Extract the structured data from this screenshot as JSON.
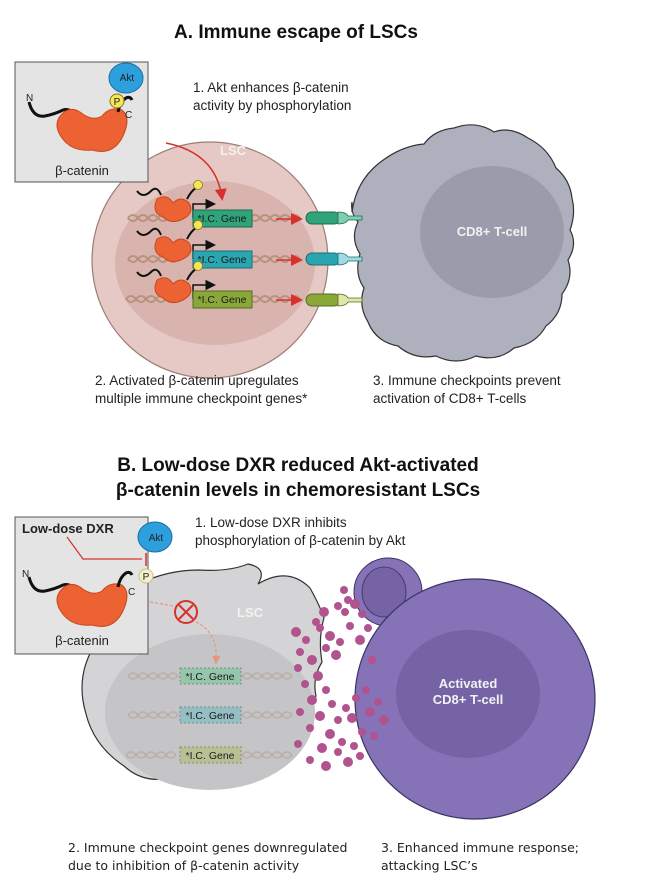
{
  "panel_a": {
    "title": "A. Immune escape of LSCs",
    "step1_line1": "1. Akt enhances β-catenin",
    "step1_line2": "activity by phosphorylation",
    "step2_line1": "2. Activated β-catenin upregulates",
    "step2_line2": "multiple immune checkpoint genes*",
    "step3_line1": "3. Immune checkpoints prevent",
    "step3_line2": "activation of CD8+ T-cells",
    "lsc_label": "LSC",
    "tcell_label": "CD8+ T-cell",
    "inset": {
      "protein_label": "β-catenin",
      "kinase_label": "Akt",
      "phospho_label": "P",
      "n_terminus": "N",
      "c_terminus": "C"
    },
    "genes": [
      {
        "label": "*I.C. Gene",
        "color": "#2fa37a"
      },
      {
        "label": "*I.C. Gene",
        "color": "#2aa6b0"
      },
      {
        "label": "*I.C. Gene",
        "color": "#8aa83a"
      }
    ]
  },
  "panel_b": {
    "title_line1": "B. Low-dose DXR reduced Akt-activated",
    "title_line2": "β-catenin levels in chemoresistant LSCs",
    "step1_line1": "1. Low-dose DXR inhibits",
    "step1_line2": "phosphorylation of β-catenin by Akt",
    "step2_line1": "2. Immune checkpoint genes downregulated",
    "step2_line2": "due to inhibition of β-catenin activity",
    "step3_line1": "3. Enhanced immune response;",
    "step3_line2": "attacking LSC’s",
    "lsc_label": "LSC",
    "tcell_label_line1": "Activated",
    "tcell_label_line2": "CD8+ T-cell",
    "inset": {
      "drug_label": "Low-dose DXR",
      "protein_label": "β-catenin",
      "kinase_label": "Akt",
      "phospho_label": "P",
      "n_terminus": "N",
      "c_terminus": "C"
    },
    "genes": [
      {
        "label": "*I.C. Gene"
      },
      {
        "label": "*I.C. Gene"
      },
      {
        "label": "*I.C. Gene"
      }
    ]
  },
  "colors": {
    "lsc_a": "#e6c9c4",
    "lsc_a_nucleus": "#d9b3ae",
    "tcell_a": "#aeb0bd",
    "tcell_a_nucleus": "#9a9cab",
    "lsc_b": "#d4d4d6",
    "lsc_b_nucleus": "#c5c5c8",
    "tcell_b": "#8572b7",
    "tcell_b_nucleus": "#7563a6",
    "granule": "#b0538f",
    "akt": "#2d9fdd",
    "catenin": "#ec6233",
    "arrow_red": "#d8302a"
  }
}
